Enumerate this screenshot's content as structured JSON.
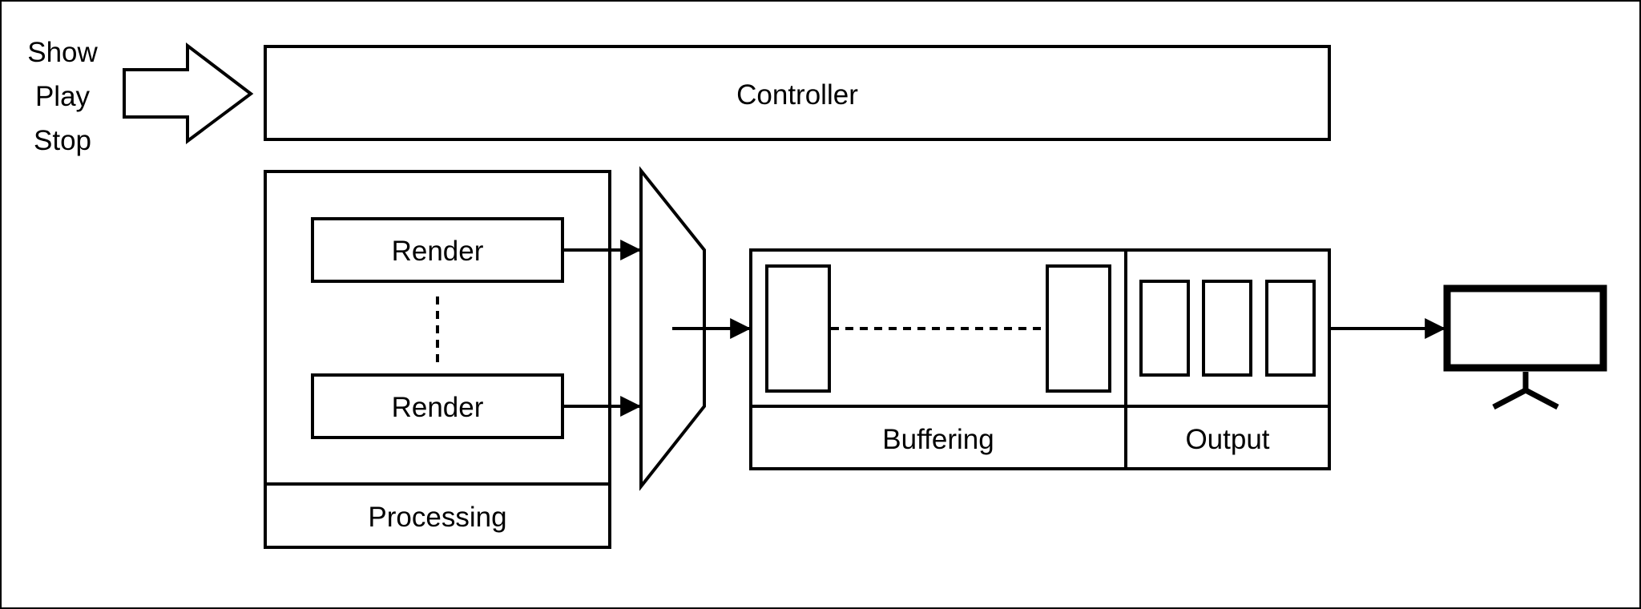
{
  "input_commands": [
    "Show",
    "Play",
    "Stop"
  ],
  "controller": {
    "label": "Controller"
  },
  "processing": {
    "label": "Processing",
    "renderers": [
      "Render",
      "Render"
    ]
  },
  "buffering": {
    "label": "Buffering"
  },
  "output": {
    "label": "Output"
  },
  "icons": {
    "input": "hollow-right-arrow-icon",
    "multiplexer": "multiplexer-trapezoid-icon",
    "display": "monitor-icon"
  },
  "colors": {
    "stroke": "#000000",
    "background": "#ffffff"
  }
}
